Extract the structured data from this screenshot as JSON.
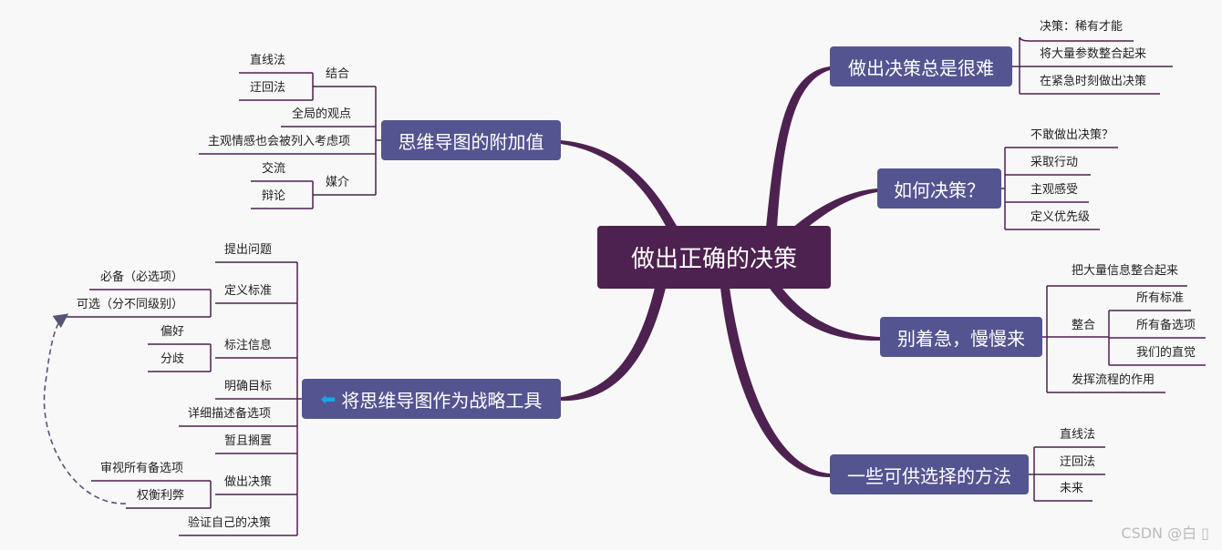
{
  "central": "做出正确的决策",
  "branches": {
    "difficult": {
      "title": "做出决策总是很难",
      "items": [
        "决策：稀有才能",
        "将大量参数整合起来",
        "在紧急时刻做出决策"
      ]
    },
    "how": {
      "title": "如何决策？",
      "items": [
        "不敢做出决策？",
        "采取行动",
        "主观感受",
        "定义优先级"
      ]
    },
    "slow": {
      "title": "别着急，慢慢来",
      "items": [
        "把大量信息整合起来",
        "整合",
        "发挥流程的作用"
      ],
      "integrate_items": [
        "所有标准",
        "所有备选项",
        "我们的直觉"
      ]
    },
    "methods": {
      "title": "一些可供选择的方法",
      "items": [
        "直线法",
        "迂回法",
        "未来"
      ]
    },
    "value": {
      "title": "思维导图的附加值",
      "items": [
        "结合",
        "全局的观点",
        "主观情感也会被列入考虑项",
        "媒介"
      ],
      "combine_items": [
        "直线法",
        "迂回法"
      ],
      "medium_items": [
        "交流",
        "辩论"
      ]
    },
    "tool": {
      "title": "将思维导图作为战略工具",
      "icon": "arrow-left-icon",
      "items": [
        "提出问题",
        "定义标准",
        "标注信息",
        "明确目标",
        "详细描述备选项",
        "暂且搁置",
        "做出决策",
        "验证自己的决策"
      ],
      "define_items": [
        "必备（必选项）",
        "可选（分不同级别）"
      ],
      "mark_items": [
        "偏好",
        "分歧"
      ],
      "decide_items": [
        "审视所有备选项",
        "权衡利弊"
      ]
    }
  },
  "watermark": "CSDN @白 ▯",
  "colors": {
    "root": "#4d2150",
    "branch": "#545491",
    "line": "#4d2150",
    "arrow": "#1aa3e8"
  }
}
